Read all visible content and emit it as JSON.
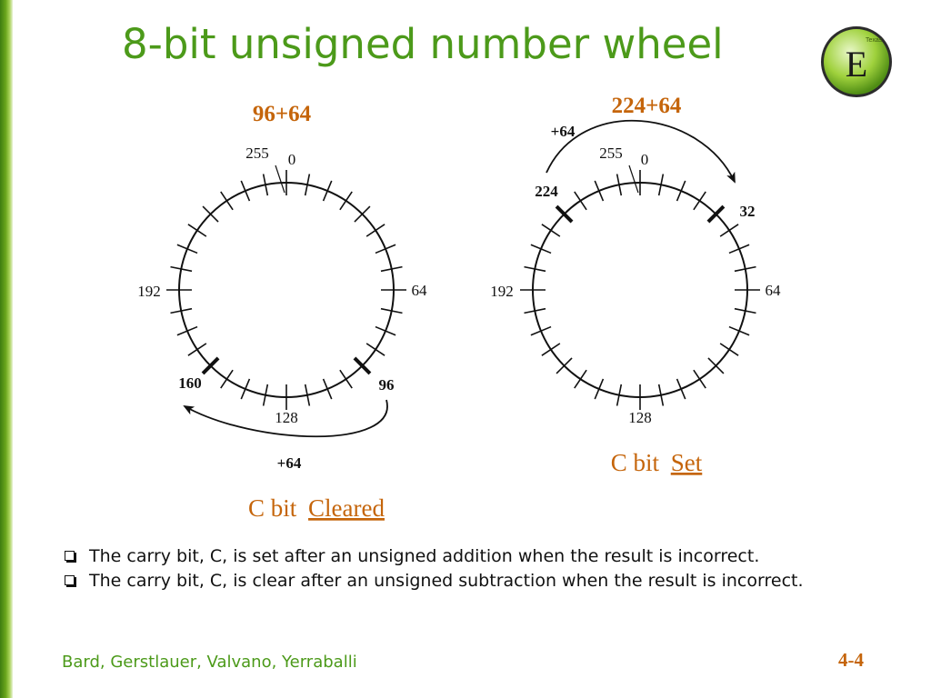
{
  "slide": {
    "title": "8-bit unsigned number wheel",
    "authors": "Bard, Gerstlauer, Valvano, Yerraballi",
    "page_number": "4-4"
  },
  "logo": {
    "letter": "E",
    "text": "Texas"
  },
  "colors": {
    "title": "#4c9a1a",
    "accent": "#c5650b",
    "ink": "#111111"
  },
  "wheel_left": {
    "expression": "96+64",
    "label_top_left": "255",
    "label_top_right": "0",
    "label_right": "64",
    "label_left": "192",
    "label_bottom": "128",
    "start_label": "96",
    "end_label": "160",
    "increment_label": "+64",
    "caption_prefix": "C bit",
    "caption_status": "Cleared"
  },
  "wheel_right": {
    "expression": "224+64",
    "label_top_left": "255",
    "label_top_right": "0",
    "label_right": "64",
    "label_left": "192",
    "label_bottom": "128",
    "start_label": "224",
    "end_label": "32",
    "increment_label": "+64",
    "caption_prefix": "C bit",
    "caption_status": "Set"
  },
  "bullets": [
    "The carry bit, C, is set after an unsigned addition when the result is incorrect.",
    "The carry bit, C, is clear after an unsigned subtraction when the result is incorrect."
  ]
}
